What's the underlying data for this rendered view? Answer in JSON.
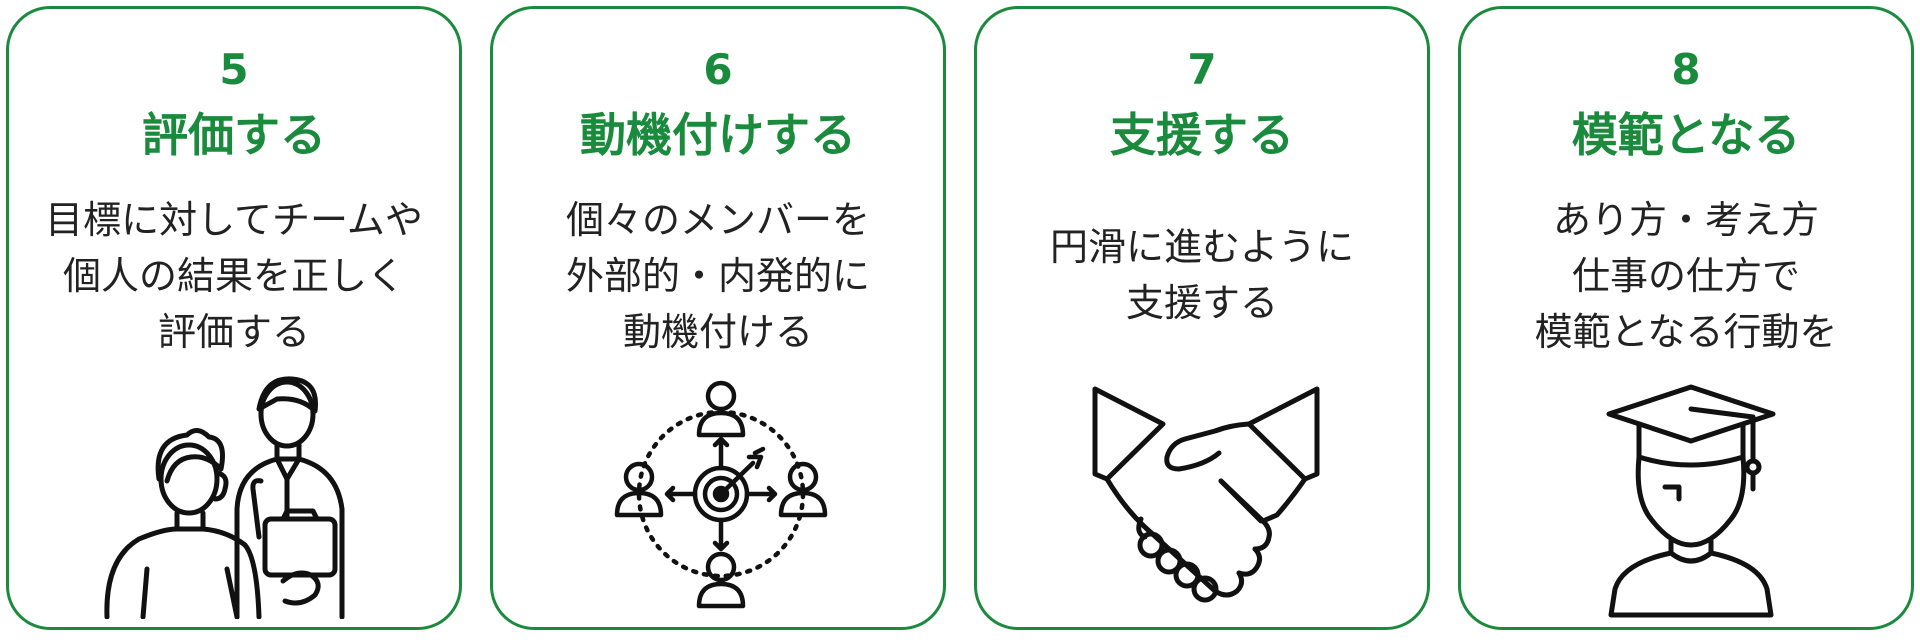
{
  "steps": [
    {
      "number": "5",
      "title": "評価する",
      "lines": [
        "目標に対してチームや",
        "個人の結果を正しく",
        "評価する"
      ],
      "icon": "evaluation-interview-icon"
    },
    {
      "number": "6",
      "title": "動機付けする",
      "lines": [
        "個々のメンバーを",
        "外部的・内発的に",
        "動機付ける"
      ],
      "icon": "target-team-icon"
    },
    {
      "number": "7",
      "title": "支援する",
      "lines": [
        "円滑に進むように",
        "支援する"
      ],
      "icon": "handshake-icon"
    },
    {
      "number": "8",
      "title": "模範となる",
      "lines": [
        "あり方・考え方",
        "仕事の仕方で",
        "模範となる行動を"
      ],
      "icon": "graduate-icon"
    }
  ],
  "colors": {
    "accent": "#1a8a3c",
    "text": "#222222",
    "line": "#111111"
  }
}
